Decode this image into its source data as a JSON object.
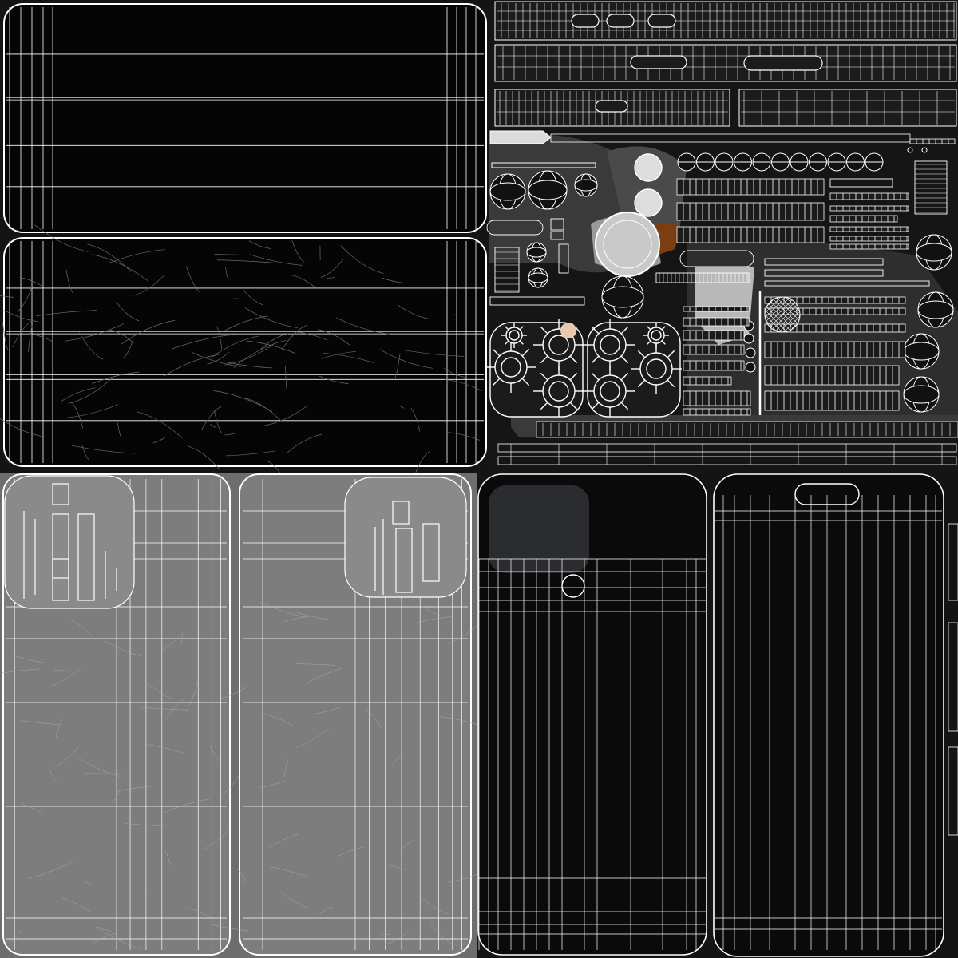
{
  "image_kind": "uv-texture-atlas-wireframe",
  "colors": {
    "background_dark": "#0d0d0d",
    "panel_black": "#050505",
    "panel_grey": "#7b7b7b",
    "panel_dark_grey": "#1a1a1a",
    "wire": "#ffffff",
    "accent_brown": "#7a3e12",
    "accent_skin": "#e8c8b0",
    "accent_grey_light": "#bdbdbd"
  },
  "regions": {
    "top_left": "phone-side-strips-black",
    "top_right": "small-parts-cluster",
    "bottom_left": "phone-back-grey-with-camera",
    "bottom_right": "phone-front-black-screen"
  },
  "texture": {
    "has_scratches": true,
    "wireframe_overlay": true
  }
}
